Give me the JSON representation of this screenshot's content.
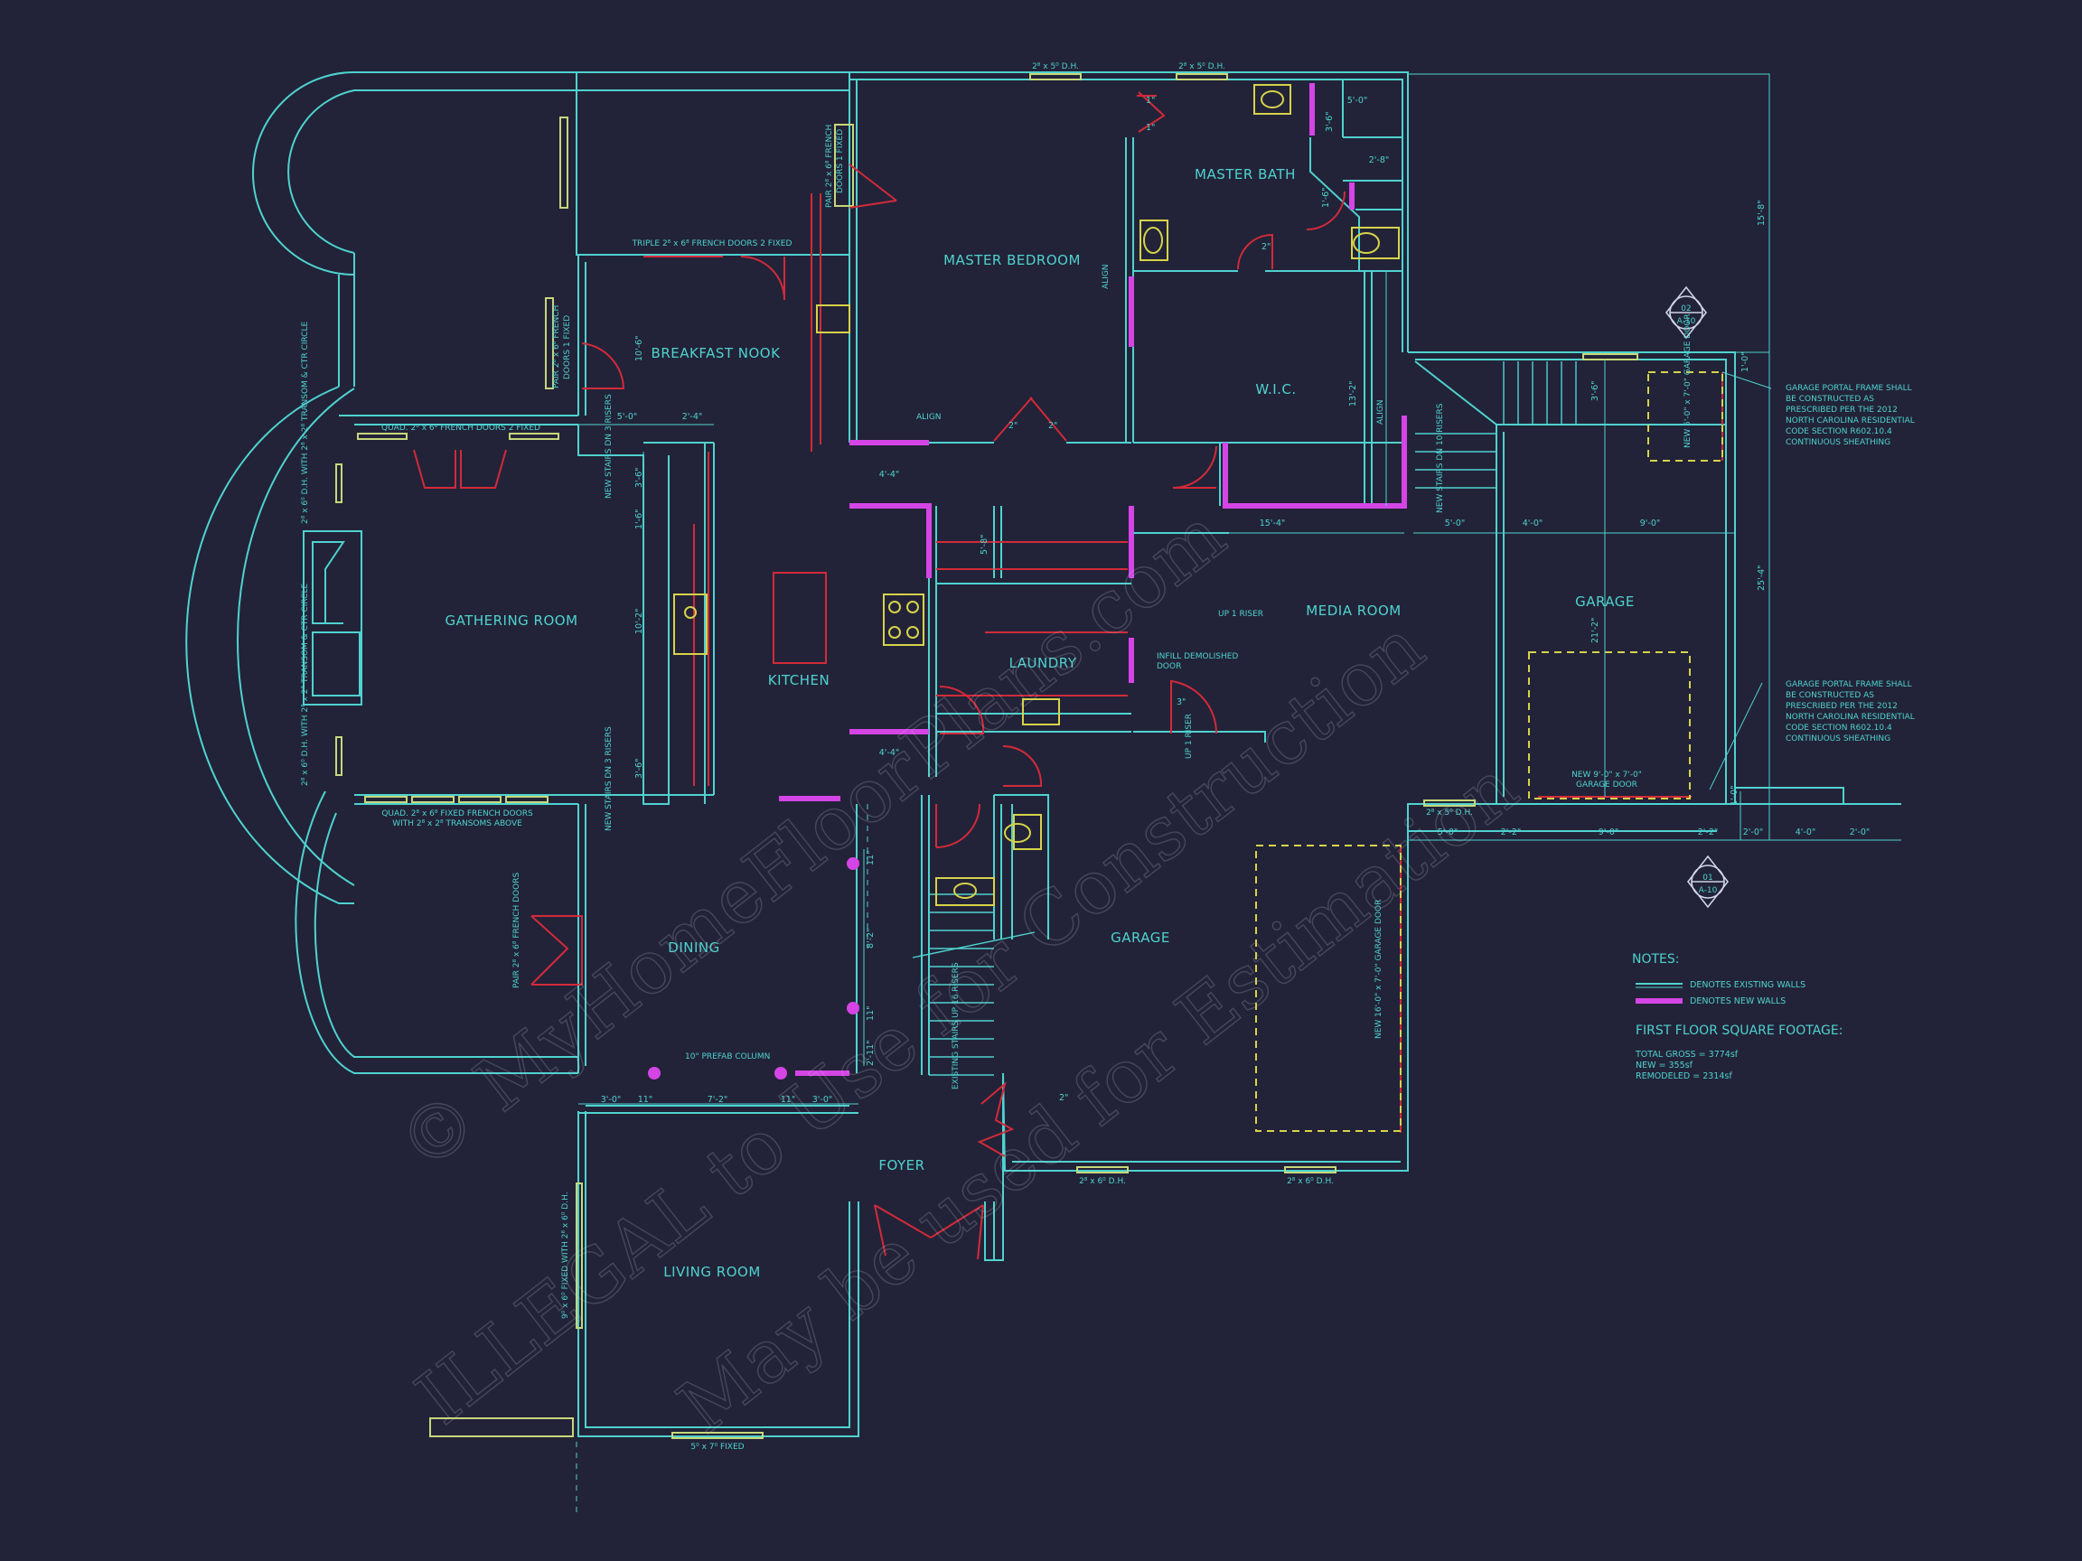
{
  "colors": {
    "background": "#222338",
    "existing_wall": "#4fd2cf",
    "new_wall": "#d545e6",
    "demolition": "#d22a3a",
    "window": "#c6d77a",
    "fixture": "#d7d34a"
  },
  "rooms": {
    "master_bedroom": "MASTER BEDROOM",
    "master_bath": "MASTER BATH",
    "wic": "W.I.C.",
    "breakfast_nook": "BREAKFAST NOOK",
    "gathering_room": "GATHERING ROOM",
    "kitchen": "KITCHEN",
    "laundry": "LAUNDRY",
    "media_room": "MEDIA ROOM",
    "garage_new": "GARAGE",
    "garage_existing": "GARAGE",
    "dining": "DINING",
    "foyer": "FOYER",
    "living_room": "LIVING ROOM"
  },
  "annotations": {
    "win_top_1": "2⁸ x 5⁰ D.H.",
    "win_top_2": "2⁸ x 5⁰ D.H.",
    "triple_doors": "TRIPLE 2⁸ x 6⁸ FRENCH DOORS 2 FIXED",
    "quad_doors": "QUAD. 2⁸ x 6⁸ FRENCH DOORS 2 FIXED",
    "quad_fixed_1": "QUAD. 2⁸ x 6⁸ FIXED FRENCH DOORS",
    "quad_fixed_2": "WITH 2⁸ x 2⁸ TRANSOMS ABOVE",
    "pair_nook_1": "PAIR 2⁸ x 6⁸ FRENCH",
    "pair_nook_2": "DOORS 1 FIXED",
    "pair_bed_1": "PAIR 2⁸ x 6⁸ FRENCH",
    "pair_bed_2": "DOORS 1 FIXED",
    "win_left_top": "2⁸ x 6⁰ D.H. WITH 2⁸ x 2⁸ TRANSOM & CTR CIRCLE",
    "win_left_bot": "2⁸ x 6⁰ D.H. WITH 2⁸ x 2⁸ TRANSOM & CTR CIRCLE",
    "new_stairs_1": "NEW STAIRS DN 3 RISERS",
    "new_stairs_2": "NEW STAIRS DN 3 RISERS",
    "new_stairs_3": "NEW STAIRS DN 10 RISERS",
    "existing_stairs": "EXISTING STAIRS UP 16 RISERS",
    "infill_1": "INFILL DEMOLISHED",
    "infill_2": "DOOR",
    "up_riser_1": "UP 1 RISER",
    "up_riser_2": "UP 1 RISER",
    "align_1": "ALIGN",
    "align_2": "ALIGN",
    "align_3": "ALIGN",
    "prefab_column": "10\" PREFAB COLUMN",
    "pair_dining": "PAIR 2⁸ x 6⁸ FRENCH DOORS",
    "living_window": "9⁰ x 6⁰ FIXED WITH 2⁸ x 6⁰ D.H.",
    "bottom_window": "5⁰ x 7⁰ FIXED",
    "garage_win_1": "2⁸ x 6⁰ D.H.",
    "garage_win_2": "2⁸ x 6⁰ D.H.",
    "garage_win_3": "2⁸ x 5⁰ D.H.",
    "new_gd_1": "NEW 9'-0\" x 7'-0\"",
    "new_gd_2": "GARAGE DOOR",
    "new_gd_vert": "NEW 16'-0\" x 7'-0\" GARAGE DOOR",
    "new_small_gd": "NEW 5'-0\" x 7'-0\" GARAGE DOOR",
    "portal_1": [
      "GARAGE PORTAL FRAME SHALL",
      "BE CONSTRUCTED AS",
      "PRESCRIBED PER THE 2012",
      "NORTH CAROLINA RESIDENTIAL",
      "CODE SECTION R602.10.4",
      "CONTINUOUS SHEATHING"
    ],
    "portal_2": [
      "GARAGE PORTAL FRAME SHALL",
      "BE CONSTRUCTED AS",
      "PRESCRIBED PER THE 2012",
      "NORTH CAROLINA RESIDENTIAL",
      "CODE SECTION R602.10.4",
      "CONTINUOUS SHEATHING"
    ],
    "sec_02_num": "02",
    "sec_02_sheet": "A-10",
    "sec_01_num": "01",
    "sec_01_sheet": "A-10"
  },
  "dimensions": {
    "d_5_0_bath": "5'-0\"",
    "d_2_8": "2'-8\"",
    "d_3_6": "3'-6\"",
    "d_1_6": "1'-6\"",
    "d_15_8": "15'-8\"",
    "d_10_6": "10'-6\"",
    "d_5_0_nook": "5'-0\"",
    "d_2_4": "2'-4\"",
    "d_3_6b": "3'-6\"",
    "d_1_6b": "1'-6\"",
    "d_10_2": "10'-2\"",
    "d_3_6c": "3'-6\"",
    "d_4_4a": "4'-4\"",
    "d_4_4b": "4'-4\"",
    "d_5_8": "5'-8\"",
    "d_13_2": "13'-2\"",
    "d_15_4": "15'-4\"",
    "d_5_0_mid": "5'-0\"",
    "d_4_0": "4'-0\"",
    "d_9_0": "9'-0\"",
    "d_3_6_gar": "3'-6\"",
    "d_21_2": "21'-2\"",
    "d_25_4": "25'-4\"",
    "d_1_0a": "1'-0\"",
    "d_1_0b": "1'-0\"",
    "b_5_0": "5'-0\"",
    "b_2_2": "2'-2\"",
    "b_9_0": "9'-0\"",
    "b_2_2b": "2'-2\"",
    "b_2_0": "2'-0\"",
    "b_4_0": "4'-0\"",
    "b_2_0b": "2'-0\"",
    "dn_3_0": "3'-0\"",
    "dn_11a": "11\"",
    "dn_7_2": "7'-2\"",
    "dn_11b": "11\"",
    "dn_3_0b": "3'-0\"",
    "dn_11c": "11\"",
    "dn_8_2": "8'-2\"",
    "dn_11d": "11\"",
    "dn_2_11": "2'-11\"",
    "door_1a": "1\"",
    "door_1b": "1\"",
    "door_2a": "2\"",
    "door_2b": "2\"",
    "door_3": "3\"",
    "door_2c": "2\"",
    "door_2d": "2\""
  },
  "notes": {
    "heading": "NOTES:",
    "existing": "DENOTES EXISTING WALLS",
    "new": "DENOTES NEW WALLS",
    "sqft_heading": "FIRST FLOOR SQUARE FOOTAGE:",
    "total": "TOTAL GROSS = 3774sf",
    "new_sf": "NEW = 355sf",
    "remodeled": "REMODELED = 2314sf"
  },
  "watermark": {
    "line1": "© MyHomeFloorPlans.com",
    "line2": "ILLEGAL to Use for Construction",
    "line3": "May be used for Estimation"
  }
}
